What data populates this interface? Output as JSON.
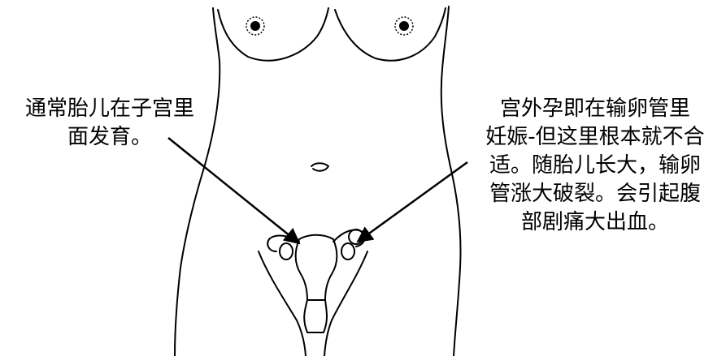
{
  "labels": {
    "normal_pregnancy": {
      "lines": [
        "通常胎儿在子宫里",
        "面发育。"
      ]
    },
    "ectopic_pregnancy": {
      "lines": [
        "宫外孕即在输卵管里",
        "妊娠-但这里根本就不合",
        "适。随胎儿长大，输卵",
        "管涨大破裂。会引起腹",
        "部剧痛大出血。"
      ]
    }
  },
  "colors": {
    "line": "#000000",
    "background": "#ffffff"
  }
}
